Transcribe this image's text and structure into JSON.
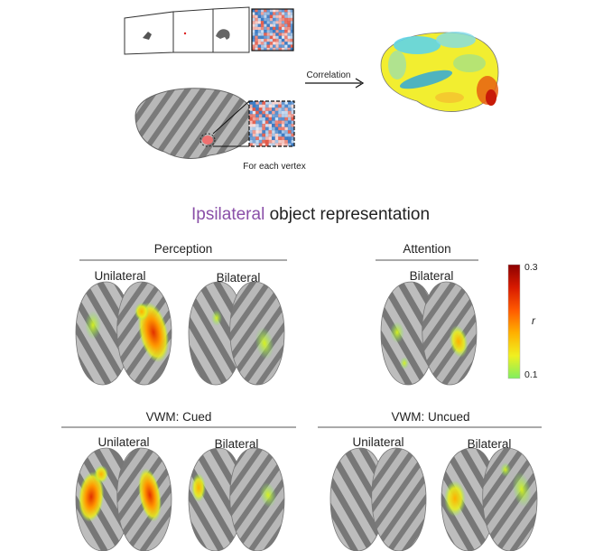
{
  "top_panel": {
    "arrow_label": "Correlation",
    "vertex_caption": "For each vertex"
  },
  "section": {
    "title_highlight": "Ipsilateral",
    "title_rest": " object representation"
  },
  "groups": [
    {
      "title": "Perception",
      "conditions": [
        "Unilateral",
        "Bilateral"
      ]
    },
    {
      "title": "Attention",
      "conditions": [
        "Bilateral"
      ]
    },
    {
      "title": "VWM: Cued",
      "conditions": [
        "Unilateral",
        "Bilateral"
      ]
    },
    {
      "title": "VWM: Uncued",
      "conditions": [
        "Unilateral",
        "Bilateral"
      ]
    }
  ],
  "colorbar": {
    "symbol": "r",
    "max": "0.3",
    "min": "0.1",
    "colors": [
      "#80ee60",
      "#f0f020",
      "#ffb000",
      "#ff5a00",
      "#d81a00",
      "#8c0000"
    ]
  },
  "colors": {
    "accent_purple": "#8a4fa8",
    "cortex_dark": "#6e6e6e",
    "cortex_light": "#b4b4b4"
  }
}
